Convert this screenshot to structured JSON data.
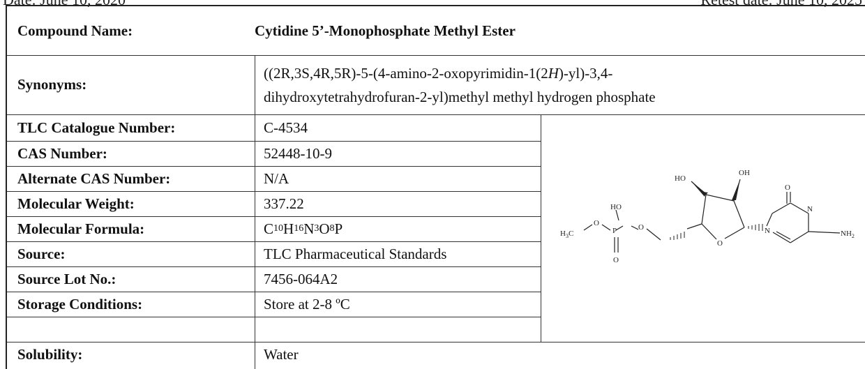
{
  "header": {
    "left": "Date: June 10, 2020",
    "right": "Retest date: June 10, 2025"
  },
  "compound_name": {
    "label": "Compound Name:",
    "value": "Cytidine 5’-Monophosphate Methyl Ester"
  },
  "synonyms": {
    "label": "Synonyms:",
    "line1_pre": "((2R,3S,4R,5R)-5-(4-amino-2-oxopyrimidin-1(2",
    "line1_italic": "H",
    "line1_post": ")-yl)-3,4-",
    "line2": "dihydroxytetrahydrofuran-2-yl)methyl methyl hydrogen phosphate"
  },
  "rows": [
    {
      "label": "TLC Catalogue Number:",
      "value": "C-4534"
    },
    {
      "label": "CAS Number:",
      "value": "52448-10-9"
    },
    {
      "label": "Alternate CAS Number:",
      "value": "N/A"
    },
    {
      "label": "Molecular Weight:",
      "value": "337.22"
    },
    {
      "label": "Molecular Formula:",
      "value": ""
    },
    {
      "label": "Source:",
      "value": "TLC Pharmaceutical Standards"
    },
    {
      "label": "Source Lot No.:",
      "value": "7456-064A2"
    },
    {
      "label": "Storage Conditions:",
      "value": "Store at 2-8 ºC"
    },
    {
      "label": "Solubility:",
      "value": "Water"
    }
  ],
  "formula": {
    "c": "C",
    "c_n": "10",
    "h": "H",
    "h_n": "16",
    "n": "N",
    "n_n": "3",
    "o": "O",
    "o_n": "8",
    "p": "P"
  },
  "structure_labels": {
    "h3c": "H",
    "h3c_sub": "3",
    "h3c_c": "C",
    "o1": "O",
    "p": "P",
    "ho_p": "HO",
    "o_dbl": "O",
    "o2": "O",
    "ring_o": "O",
    "ho": "HO",
    "oh": "OH",
    "n1": "N",
    "n3": "N",
    "o_carbonyl": "O",
    "nh2": "NH",
    "nh2_sub": "2"
  }
}
